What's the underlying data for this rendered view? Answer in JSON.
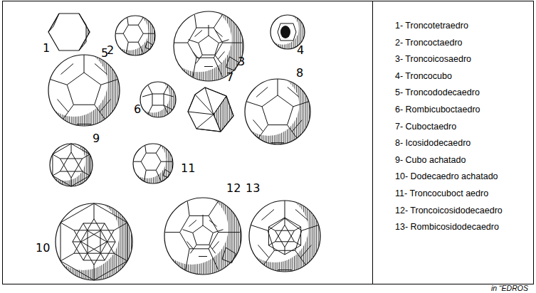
{
  "diagram": {
    "labels": [
      "1",
      "2",
      "3",
      "4",
      "5",
      "6",
      "7",
      "8",
      "9",
      "10",
      "11",
      "12",
      "13",
      "1- Troncotetraedro",
      "2- Troncoctaedro",
      "3- Troncoicosaedro",
      "4- Troncocubo",
      "5- Troncododecaedro",
      "6- Rombicuboctaedro",
      "7- Cuboctaedro",
      "8- Icosidodecaedro",
      "9- Cubo achatado",
      "10- Dodecaedro achatado",
      "11- Troncocuboct aedro",
      "12- Troncoicosidodecaedro",
      "13- Rombicosidodecaedro",
      "in “EDROS"
    ]
  }
}
